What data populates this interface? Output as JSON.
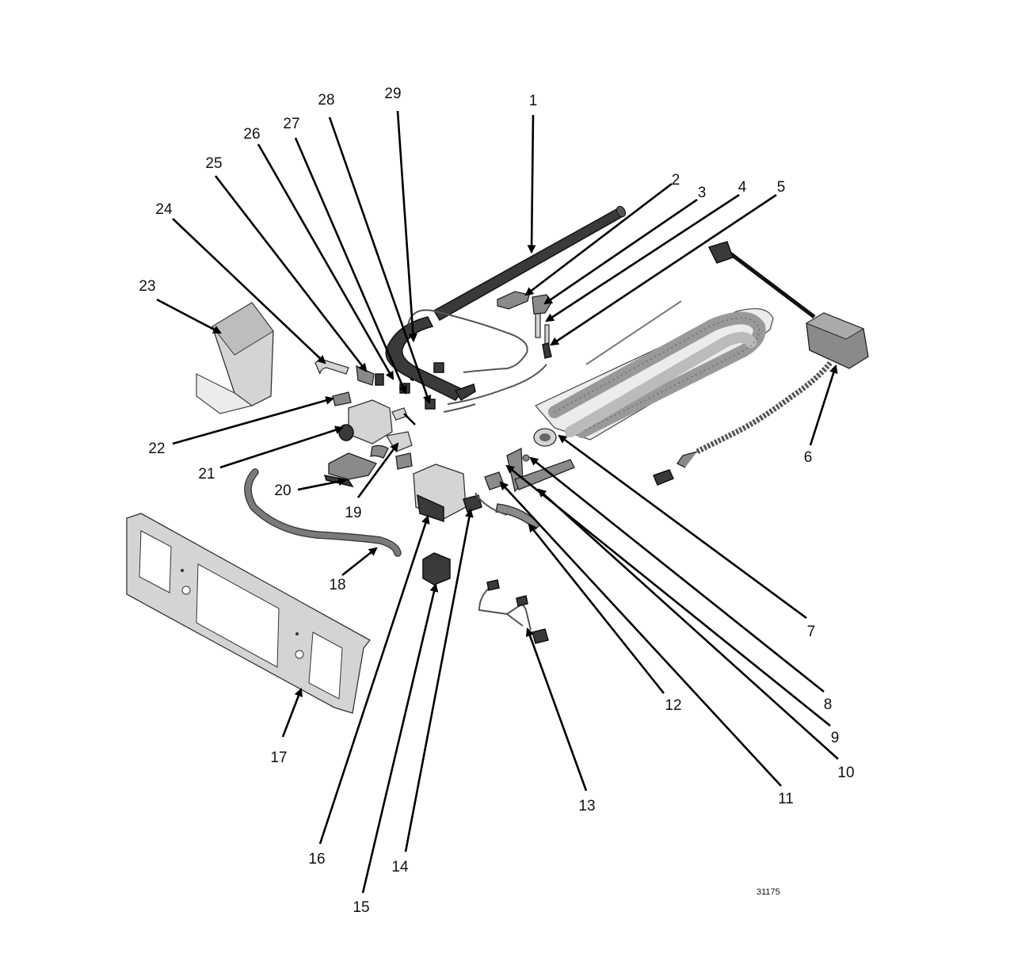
{
  "callouts": [
    {
      "id": "1",
      "label": "1"
    },
    {
      "id": "2",
      "label": "2"
    },
    {
      "id": "3",
      "label": "3"
    },
    {
      "id": "4",
      "label": "4"
    },
    {
      "id": "5",
      "label": "5"
    },
    {
      "id": "6",
      "label": "6"
    },
    {
      "id": "7",
      "label": "7"
    },
    {
      "id": "8",
      "label": "8"
    },
    {
      "id": "9",
      "label": "9"
    },
    {
      "id": "10",
      "label": "10"
    },
    {
      "id": "11",
      "label": "11"
    },
    {
      "id": "12",
      "label": "12"
    },
    {
      "id": "13",
      "label": "13"
    },
    {
      "id": "14",
      "label": "14"
    },
    {
      "id": "15",
      "label": "15"
    },
    {
      "id": "16",
      "label": "16"
    },
    {
      "id": "17",
      "label": "17"
    },
    {
      "id": "18",
      "label": "18"
    },
    {
      "id": "19",
      "label": "19"
    },
    {
      "id": "20",
      "label": "20"
    },
    {
      "id": "21",
      "label": "21"
    },
    {
      "id": "22",
      "label": "22"
    },
    {
      "id": "23",
      "label": "23"
    },
    {
      "id": "24",
      "label": "24"
    },
    {
      "id": "25",
      "label": "25"
    },
    {
      "id": "26",
      "label": "26"
    },
    {
      "id": "27",
      "label": "27"
    },
    {
      "id": "28",
      "label": "28"
    },
    {
      "id": "29",
      "label": "29"
    }
  ],
  "drawing_number": "31175"
}
